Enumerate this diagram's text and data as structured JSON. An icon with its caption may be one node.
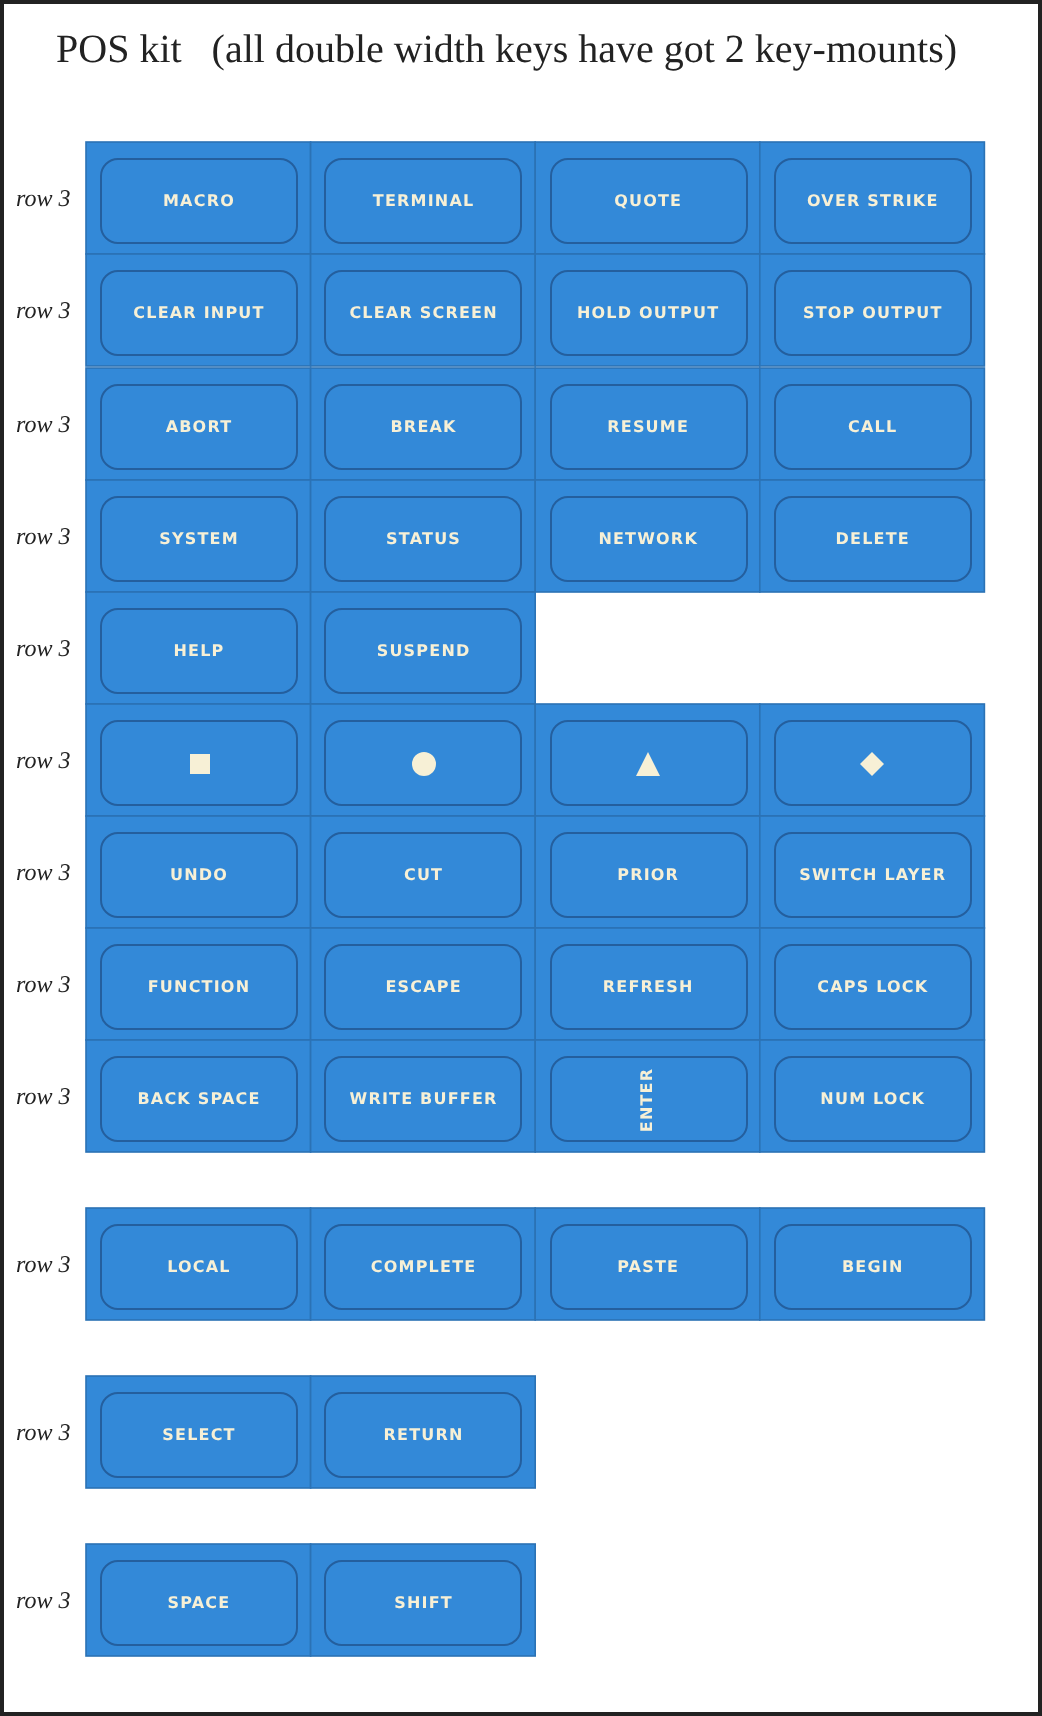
{
  "diagram": {
    "title": "POS kit   (all double width keys have got 2 key-mounts)",
    "nodes": [
      {
        "text": [
          "MACRO"
        ]
      },
      {
        "text": [
          "TERMINAL"
        ]
      },
      {
        "text": [
          "QUOTE"
        ]
      },
      {
        "text": [
          "OVER STRIKE"
        ]
      },
      {
        "text": [
          "CLEAR INPUT"
        ]
      },
      {
        "text": [
          "CLEAR SCREEN"
        ]
      },
      {
        "text": [
          "HOLD OUTPUT"
        ]
      },
      {
        "text": [
          "STOP OUTPUT"
        ]
      },
      {
        "text": [
          "ABORT"
        ]
      },
      {
        "text": [
          "BREAK"
        ]
      },
      {
        "text": [
          "RESUME"
        ]
      },
      {
        "text": [
          "CALL"
        ]
      },
      {
        "text": [
          "SYSTEM"
        ]
      },
      {
        "text": [
          "STATUS"
        ]
      },
      {
        "text": [
          "NETWORK"
        ]
      },
      {
        "text": [
          "DELETE"
        ]
      },
      {
        "text": [
          "HELP"
        ]
      },
      {
        "text": [
          "SUSPEND"
        ]
      },
      {
        "text": [],
        "shape": "square"
      },
      {
        "text": [],
        "shape": "circle"
      },
      {
        "text": [],
        "shape": "triangle"
      },
      {
        "text": [],
        "shape": "diamond"
      },
      {
        "text": [
          "UNDO"
        ]
      },
      {
        "text": [
          "CUT"
        ]
      },
      {
        "text": [
          "PRIOR"
        ]
      },
      {
        "text": [
          "SWITCH LAYER"
        ]
      },
      {
        "text": [
          "FUNCTION"
        ]
      },
      {
        "text": [
          "ESCAPE"
        ]
      },
      {
        "text": [
          "REFRESH"
        ]
      },
      {
        "text": [
          "CAPS LOCK"
        ]
      },
      {
        "text": [
          "BACK SPACE"
        ]
      },
      {
        "text": [
          "WRITE BUFFER"
        ]
      },
      {
        "text": [
          "ENTER"
        ]
      },
      {
        "text": [
          "NUM LOCK"
        ]
      },
      {
        "text": [
          "LOCAL"
        ]
      },
      {
        "text": [
          "COMPLETE"
        ]
      },
      {
        "text": [
          "PASTE"
        ]
      },
      {
        "text": [
          "BEGIN"
        ]
      },
      {
        "text": [
          "SELECT"
        ]
      },
      {
        "text": [
          "RETURN"
        ]
      },
      {
        "text": [
          "SPACE"
        ]
      },
      {
        "text": [
          "SHIFT"
        ]
      }
    ],
    "labels": [
      "row 3",
      "row 3",
      "row 3",
      "row 3",
      "row 3",
      "row 3",
      "row 3",
      "row 3",
      "row 3",
      "row 3",
      "row 3",
      "row 3"
    ]
  }
}
